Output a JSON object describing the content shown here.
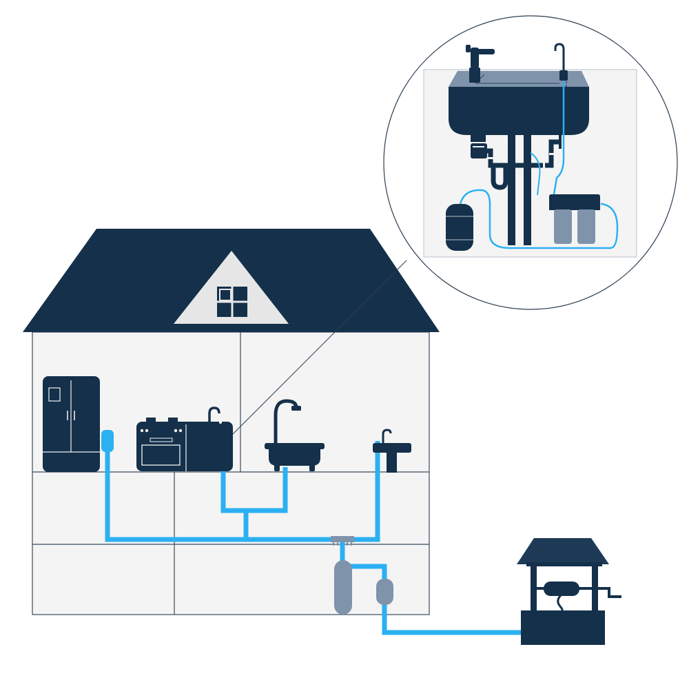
{
  "colors": {
    "navy": "#14304a",
    "pipe": "#2bb0f2",
    "wall": "#f4f4f4",
    "outline": "#3a4a5a",
    "filter_gray": "#7f93ab",
    "attic_light": "#e6e6e6"
  },
  "scene": {
    "house": {
      "rooms": [
        "upper-left-room",
        "upper-right-room",
        "lower-left-room",
        "lower-right-room"
      ]
    },
    "fixtures": [
      "refrigerator",
      "stove",
      "kitchen-sink",
      "bathtub-shower",
      "bathroom-sink"
    ],
    "treatment": [
      "water-heater-tank",
      "sediment-filter",
      "manifold"
    ],
    "source": "well",
    "detail": {
      "shows": "under-sink-reverse-osmosis-system",
      "parts": [
        "faucet",
        "ro-faucet",
        "sink-basin",
        "garbage-disposal",
        "p-trap",
        "filter-housings",
        "storage-tank"
      ]
    }
  }
}
